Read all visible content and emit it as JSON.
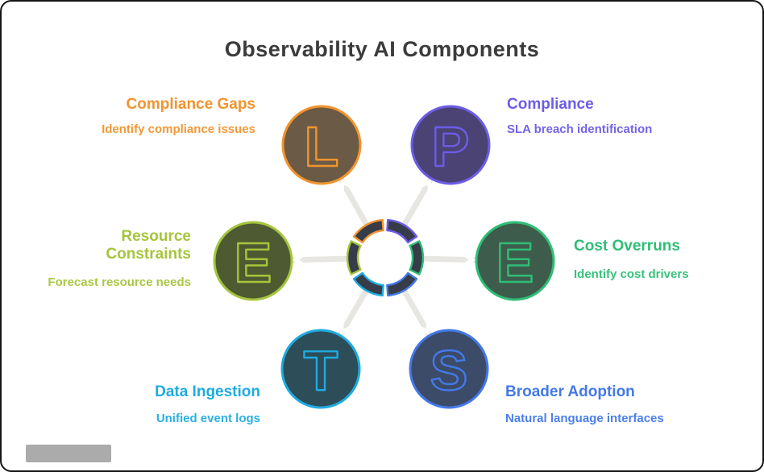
{
  "title": "Observability AI Components",
  "colors": {
    "title": "#3B3B3B",
    "background": "#FFFFFF",
    "frame": "#141414",
    "spoke": "#E8E6E2",
    "ring_fill": "#363D49",
    "watermark": "#ABABAB"
  },
  "donut": {
    "segment_colors": [
      "#6C5CE7",
      "#2FBE76",
      "#4379E8",
      "#1FABE0",
      "#A5C53C",
      "#F2942E"
    ]
  },
  "nodes": [
    {
      "id": "compliance-gaps",
      "letter": "L",
      "heading": "Compliance Gaps",
      "subtitle": "Identify compliance issues",
      "accent": "#F2942E",
      "circle_fill": "#6B5A45",
      "position": "top-left"
    },
    {
      "id": "compliance",
      "letter": "P",
      "heading": "Compliance",
      "subtitle": "SLA breach identification",
      "accent": "#6C5CE7",
      "circle_fill": "#4A4374",
      "position": "top-right"
    },
    {
      "id": "resource-constraints",
      "letter": "E",
      "heading": "Resource Constraints",
      "subtitle": "Forecast resource needs",
      "accent": "#A5C53C",
      "circle_fill": "#4E5A31",
      "position": "left"
    },
    {
      "id": "cost-overruns",
      "letter": "E",
      "heading": "Cost Overruns",
      "subtitle": "Identify cost drivers",
      "accent": "#2FBE76",
      "circle_fill": "#3E5C4B",
      "position": "right"
    },
    {
      "id": "data-ingestion",
      "letter": "T",
      "heading": "Data Ingestion",
      "subtitle": "Unified event logs",
      "accent": "#1FABE0",
      "circle_fill": "#2D4D59",
      "position": "bottom-left"
    },
    {
      "id": "broader-adoption",
      "letter": "S",
      "heading": "Broader Adoption",
      "subtitle": "Natural language interfaces",
      "accent": "#4379E8",
      "circle_fill": "#3B4B68",
      "position": "bottom-right"
    }
  ]
}
